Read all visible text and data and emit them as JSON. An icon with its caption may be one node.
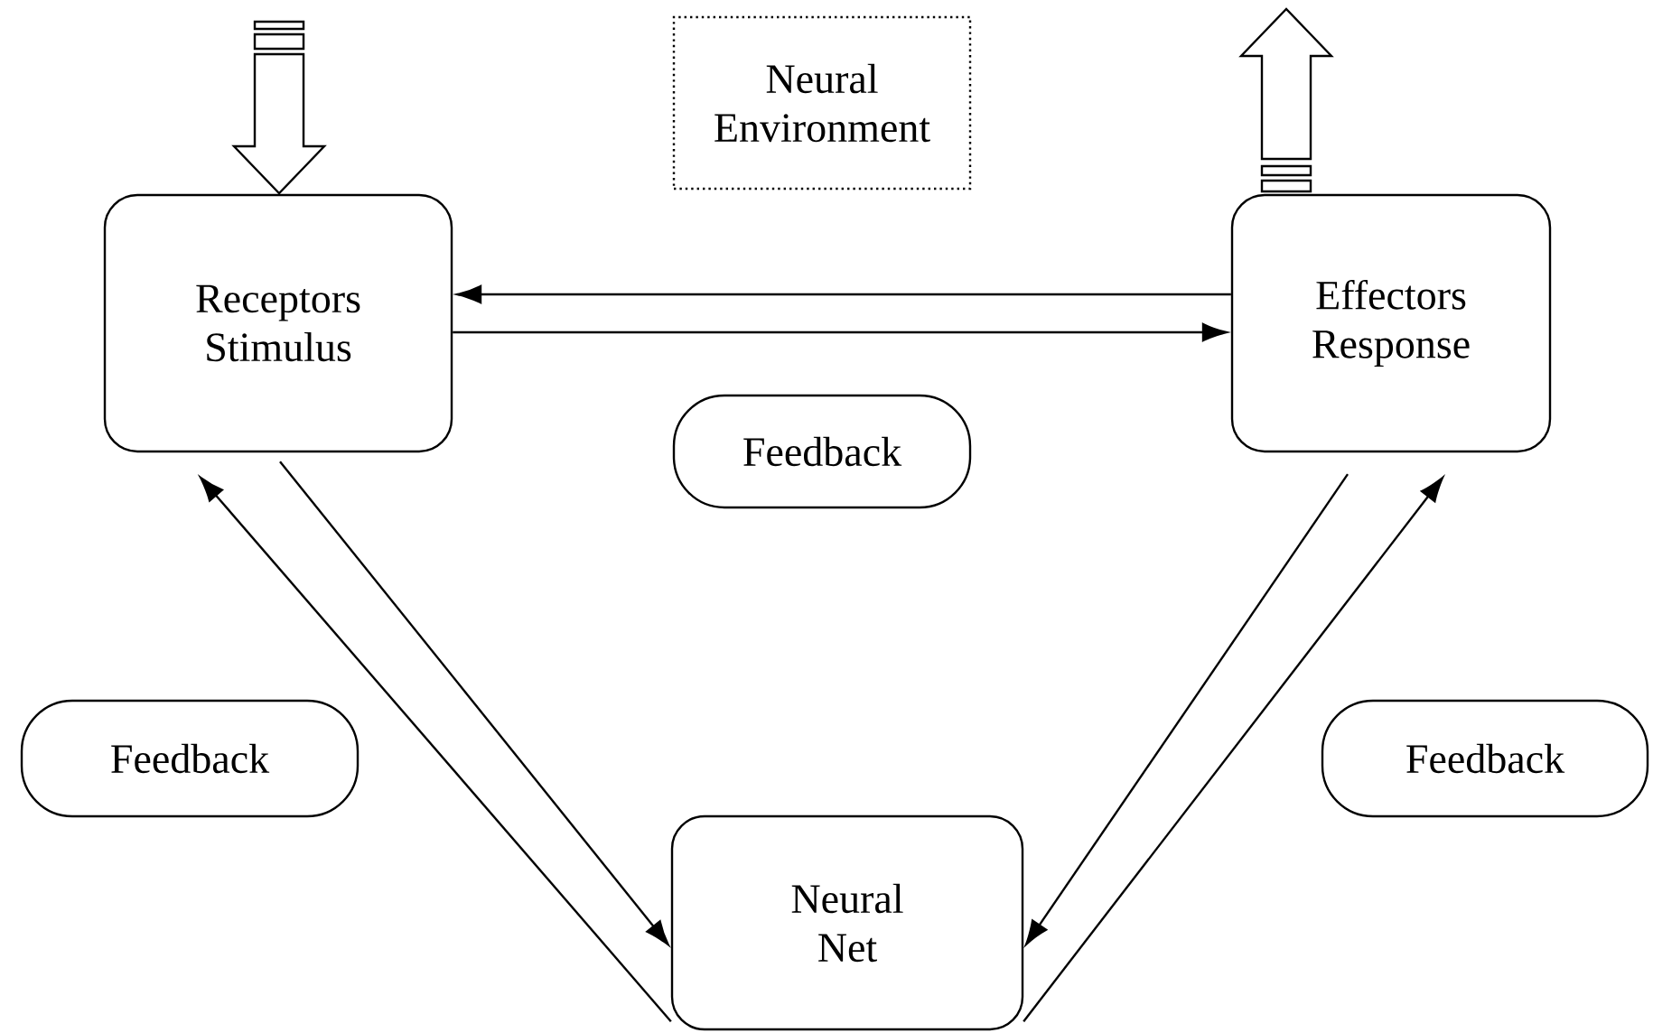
{
  "diagram": {
    "nodes": [
      {
        "text": [
          "Receptors Stimulus"
        ]
      },
      {
        "text": [
          "Effectors Response"
        ]
      },
      {
        "text": [
          "Neural Environment"
        ]
      },
      {
        "text": [
          "Feedback"
        ]
      },
      {
        "text": [
          "Feedback"
        ]
      },
      {
        "text": [
          "Feedback"
        ]
      },
      {
        "text": [
          "Neural Net"
        ]
      }
    ],
    "edges": [
      {
        "from": null,
        "to": 0,
        "arrow": "to"
      },
      {
        "from": 1,
        "to": null,
        "arrow": "to"
      },
      {
        "from": 1,
        "to": 0,
        "arrow": "to"
      },
      {
        "from": 0,
        "to": 1,
        "arrow": "to"
      },
      {
        "from": 0,
        "to": 6,
        "arrow": "to"
      },
      {
        "from": 6,
        "to": 0,
        "arrow": "to"
      },
      {
        "from": 1,
        "to": 6,
        "arrow": "to"
      },
      {
        "from": 6,
        "to": 1,
        "arrow": "to"
      }
    ]
  }
}
